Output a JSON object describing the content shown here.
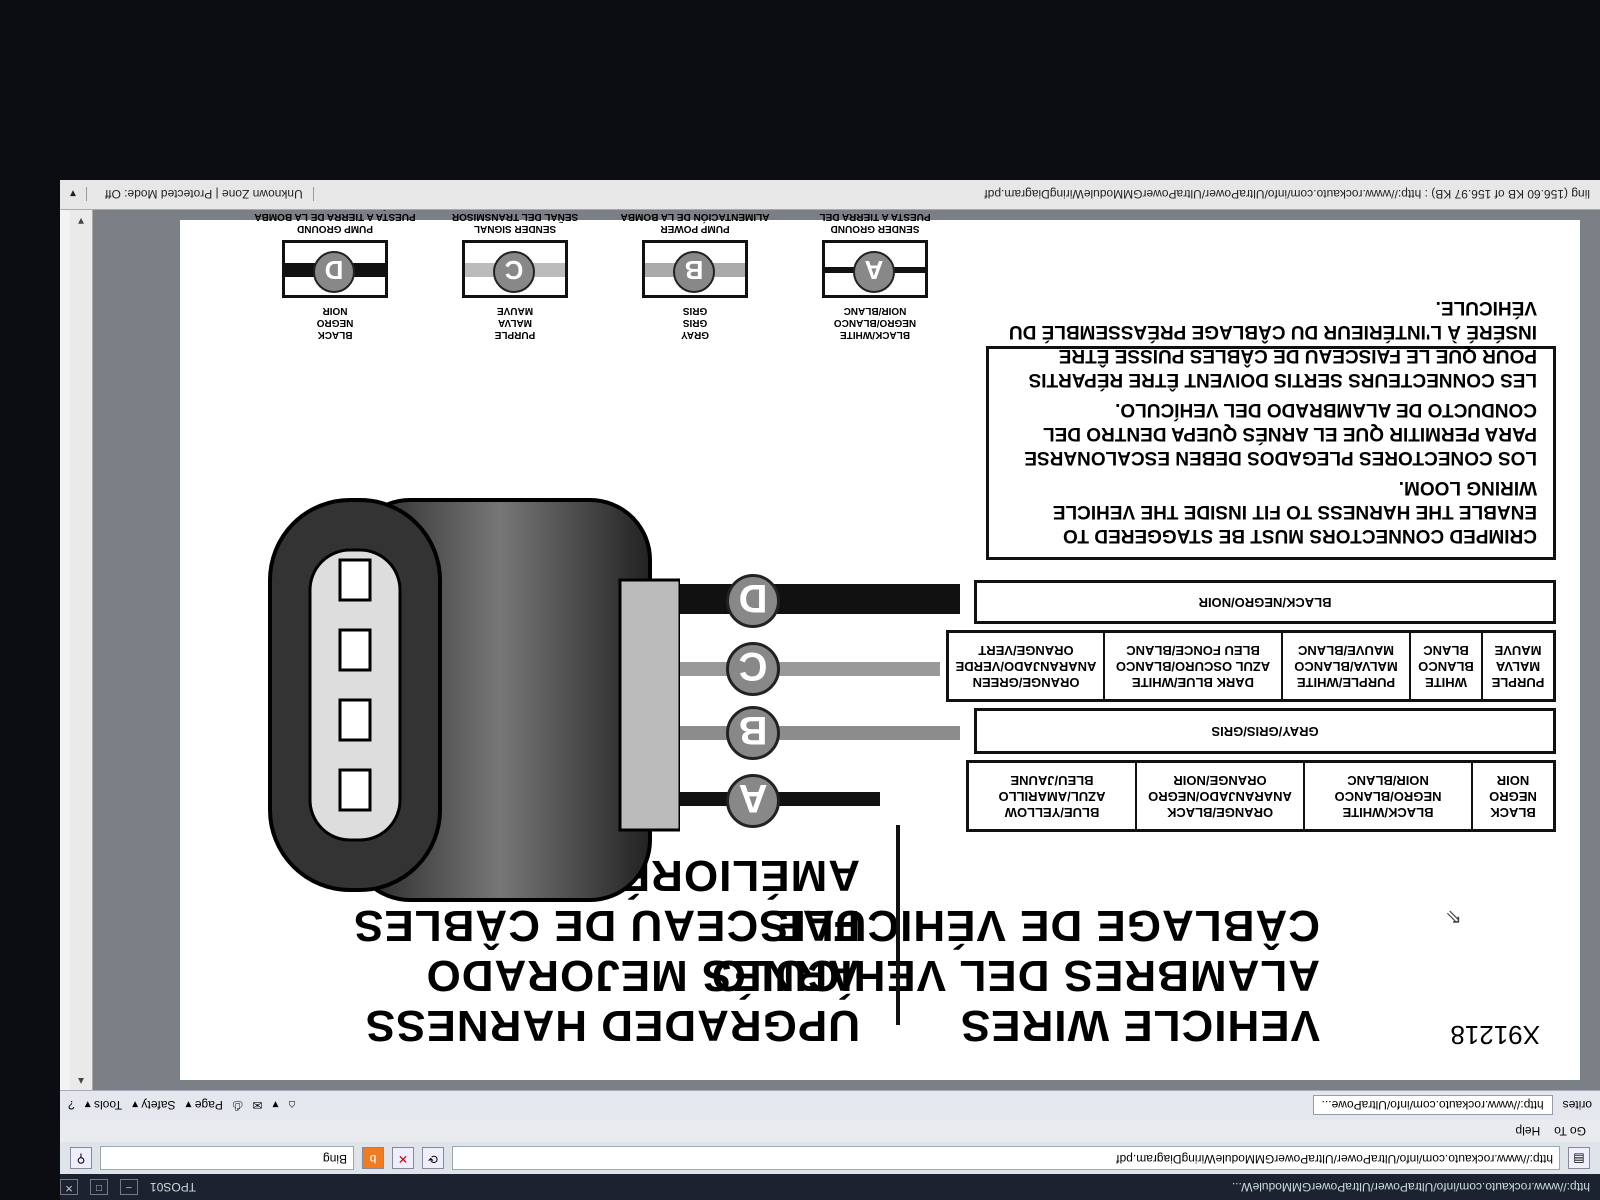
{
  "window": {
    "title": "http://www.rockauto.com/info/UltraPower/UltraPowerGMModuleW...",
    "taskbar_label": "TPOS01"
  },
  "address": {
    "url": "http://www.rockauto.com/info/UltraPower/UltraPowerGMModuleWiringDiagram.pdf",
    "search_label": "Bing"
  },
  "menu": {
    "items": [
      "Go To",
      "Help"
    ]
  },
  "favorites": {
    "label": "orites",
    "tab_title": "http://www.rockauto.com/info/UltraPowe...",
    "commands": [
      "Page ▾",
      "Safety ▾",
      "Tools ▾"
    ]
  },
  "status": {
    "download": "ling (156.60 KB of 156.97 KB) : http://www.rockauto.com/info/UltraPower/UltraPowerGMModuleWiringDiagram.pdf",
    "zone": "Unknown Zone | Protected Mode: Off"
  },
  "diagram": {
    "doc_id": "X91218",
    "vehicle_heading": [
      "VEHICLE WIRES",
      "ALAMBRES DEL VEHÍCULO",
      "CÂBLAGE DE VÉHICULE"
    ],
    "harness_heading": [
      "UPGRADED HARNESS",
      "ARNÉS MEJORADO",
      "FAISCEAU DE CÂBLES",
      "AMÉLIORÉ"
    ],
    "row_a": [
      "BLACK\nNEGRO\nNOIR",
      "BLACK/WHITE\nNEGRO/BLANCO\nNOIR/BLANC",
      "ORANGE/BLACK\nANARANJADO/NEGRO\nORANGE/NOIR",
      "BLUE/YELLOW\nAZUL/AMARILLO\nBLEU/JAUNE"
    ],
    "row_b": "GRAY/GRIS/GRIS",
    "row_c": [
      "PURPLE\nMALVA\nMAUVE",
      "WHITE\nBLANCO\nBLANC",
      "PURPLE/WHITE\nMALVA/BLANCO\nMAUVE/BLANC",
      "DARK BLUE/WHITE\nAZUL OSCURO/BLANCO\nBLEU FONCE/BLANC",
      "ORANGE/GREEN\nANARANJADO/VERDE\nORANGE/VERT"
    ],
    "row_d": "BLACK/NEGRO/NOIR",
    "note": [
      "CRIMPED CONNECTORS MUST BE STAGGERED TO ENABLE THE HARNESS TO FIT INSIDE THE VEHICLE WIRING LOOM.",
      "LOS CONECTORES PLEGADOS DEBEN ESCALONARSE PARA PERMITIR QUE EL ARNÉS QUEPA DENTRO DEL CONDUCTO DE ALAMBRADO DEL VEHÍCULO.",
      "LES CONNECTEURS SERTIS DOIVENT ÊTRE RÉPARTIS POUR QUE LE FAISCEAU DE CÂBLES PUISSE ÊTRE INSÉRÉ À L'INTÉRIEUR DU CÂBLAGE PRÉASSEMBLÉ DU VÉHICULE."
    ],
    "pins": [
      {
        "letter": "A",
        "colors": "BLACK/WHITE\nNEGRO/BLANCO\nNOIR/BLANC",
        "desc": "SENDER GROUND\nPUESTA A TIERRA DEL TRANSMISOR\nMISE À LA MASSE DU CAPTEUR\nDE NIVEAU D'ESSENCE"
      },
      {
        "letter": "B",
        "colors": "GRAY\nGRIS\nGRIS",
        "desc": "PUMP POWER\nALIMENTACIÓN DE LA BOMBA\nALIMENTATION DE LA POMPE"
      },
      {
        "letter": "C",
        "colors": "PURPLE\nMALVA\nMAUVE",
        "desc": "SENDER SIGNAL\nSEÑAL DEL TRANSMISOR\nSIGNAL DU CAPTEUR DE\nNIVEAU D'ESSENCE"
      },
      {
        "letter": "D",
        "colors": "BLACK\nNEGRO\nNOIR",
        "desc": "PUMP GROUND\nPUESTA A TIERRA DE LA BOMBA\nMISE À LA MASSE DE LA POMPE"
      }
    ],
    "wire_colors": {
      "A": "#111111",
      "B": "#8c8c8c",
      "C": "#999999",
      "D": "#111111"
    }
  }
}
